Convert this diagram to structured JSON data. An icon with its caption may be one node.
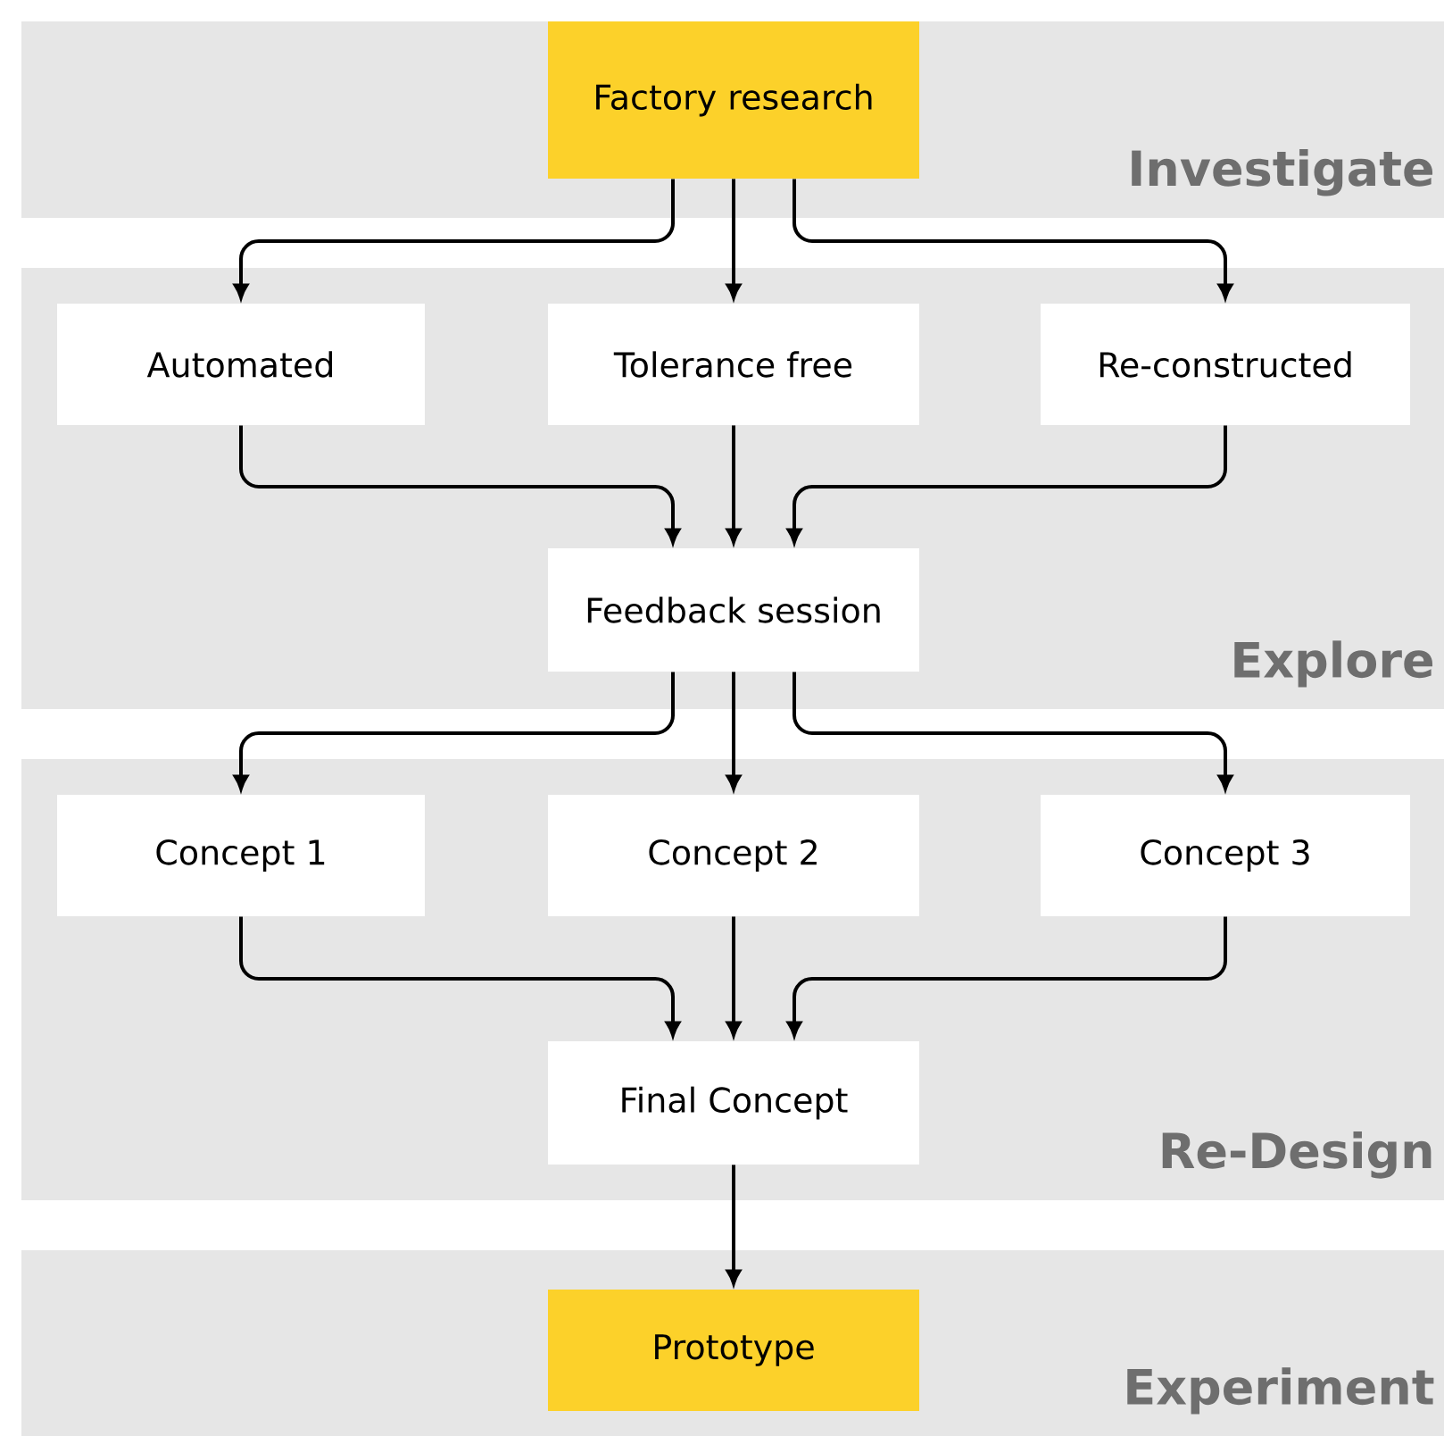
{
  "diagram": {
    "nodes": [
      {
        "text": [
          "Investigate"
        ]
      },
      {
        "text": [
          "Factory research"
        ],
        "in": 0
      },
      {
        "text": [
          "Explore"
        ]
      },
      {
        "text": [
          "Automated"
        ],
        "in": 2
      },
      {
        "text": [
          "Tolerance free"
        ],
        "in": 2
      },
      {
        "text": [
          "Re-constructed"
        ],
        "in": 2
      },
      {
        "text": [
          "Feedback session"
        ],
        "in": 2
      },
      {
        "text": [
          "Re-Design"
        ]
      },
      {
        "text": [
          "Concept 1"
        ],
        "in": 7
      },
      {
        "text": [
          "Concept 2"
        ],
        "in": 7
      },
      {
        "text": [
          "Concept 3"
        ],
        "in": 7
      },
      {
        "text": [
          "Final Concept"
        ],
        "in": 7
      },
      {
        "text": [
          "Experiment"
        ]
      },
      {
        "text": [
          "Prototype"
        ],
        "in": 12
      }
    ],
    "edges": [
      {
        "from": 1,
        "to": 3,
        "arrow": "to"
      },
      {
        "from": 1,
        "to": 4,
        "arrow": "to"
      },
      {
        "from": 1,
        "to": 5,
        "arrow": "to"
      },
      {
        "from": 3,
        "to": 6,
        "arrow": "to"
      },
      {
        "from": 4,
        "to": 6,
        "arrow": "to"
      },
      {
        "from": 5,
        "to": 6,
        "arrow": "to"
      },
      {
        "from": 6,
        "to": 8,
        "arrow": "to"
      },
      {
        "from": 6,
        "to": 9,
        "arrow": "to"
      },
      {
        "from": 6,
        "to": 10,
        "arrow": "to"
      },
      {
        "from": 8,
        "to": 11,
        "arrow": "to"
      },
      {
        "from": 9,
        "to": 11,
        "arrow": "to"
      },
      {
        "from": 10,
        "to": 11,
        "arrow": "to"
      },
      {
        "from": 11,
        "to": 13,
        "arrow": "to"
      }
    ]
  }
}
